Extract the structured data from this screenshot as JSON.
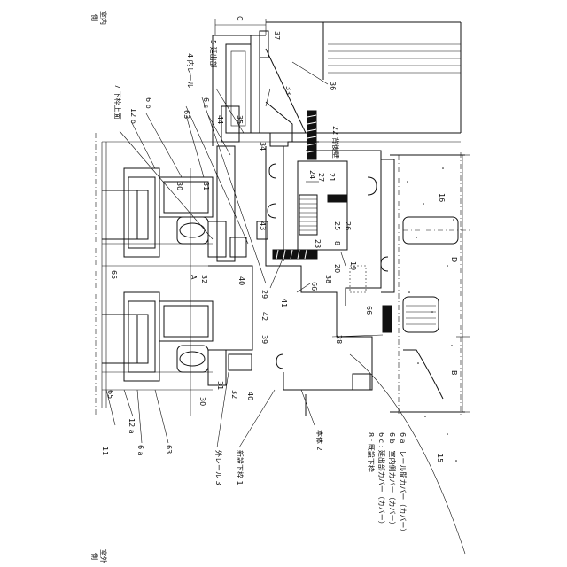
{
  "sides": {
    "indoor_a": "室",
    "indoor_b": "内",
    "indoor_c": "側",
    "outdoor_a": "室",
    "outdoor_b": "外",
    "outdoor_c": "側"
  },
  "labels": {
    "n37": "37",
    "c": "C",
    "n5": "5 延出部",
    "n4": "4 内レール",
    "n36": "36",
    "n33": "33",
    "n6c": "6 c",
    "n44": "44",
    "n35": "35",
    "n22": "22 背後壁",
    "n34": "34",
    "n7": "7 下枠上面",
    "n12b": "12 b",
    "n6b": "6 b",
    "n63a": "63",
    "n24": "24",
    "n27": "27",
    "n21": "21",
    "n16": "16",
    "n30a": "30",
    "n31a": "31",
    "n43": "43",
    "n23": "23",
    "n26": "26",
    "n25": "25",
    "n8": "8",
    "n65a": "65",
    "n32a": "32",
    "n40a": "40",
    "a": "A",
    "n20": "20",
    "n19": "19",
    "n38": "38",
    "d": "D",
    "n66a": "66",
    "n41": "41",
    "n29": "29",
    "n42": "42",
    "n66b": "66",
    "n39": "39",
    "n28": "28",
    "n30b": "30",
    "n31b": "31",
    "n32b": "32",
    "n40b": "40",
    "b": "B",
    "n65b": "65",
    "n12a": "12 a",
    "n6a": "6 a",
    "n63b": "63",
    "n11": "11",
    "n2": "本体 2",
    "n15": "15",
    "n3": "外レール 3",
    "n1": "新設下枠 1"
  },
  "legend": [
    "6 a : レール間カバー（カバー）",
    "6 b : 室内側カバー（カバー）",
    "6 c : 延出部カバー（カバー）",
    "8 : 既設下枠"
  ]
}
